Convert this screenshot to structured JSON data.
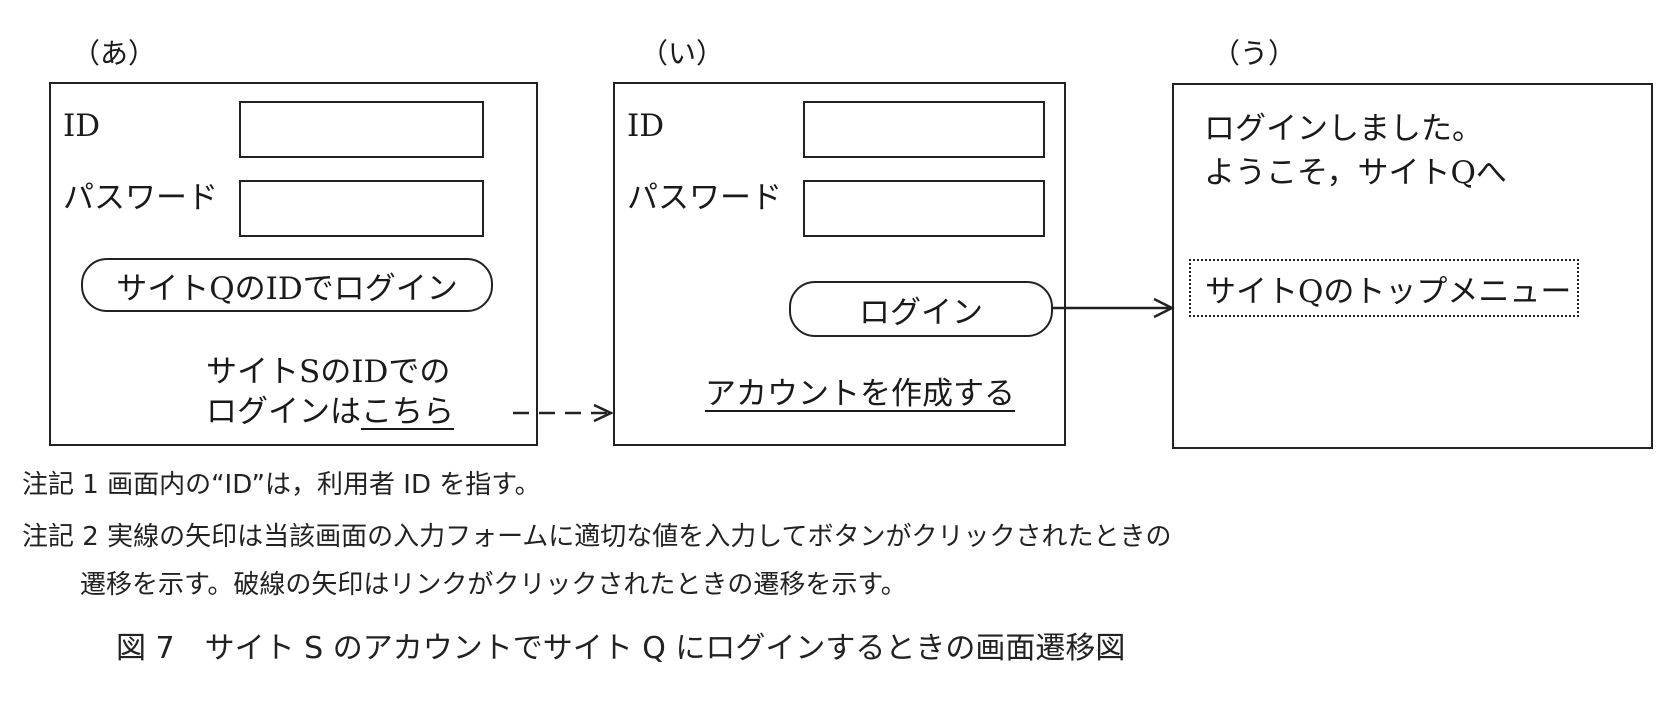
{
  "screens": {
    "a": {
      "label": "（あ）",
      "id_label": "ID",
      "password_label": "パスワード",
      "id_value": "",
      "password_value": "",
      "button_label": "サイトQのIDでログイン",
      "link_text_line1": "サイトSのIDでの",
      "link_text_line2_prefix": "ログインは",
      "link_text": "こちら"
    },
    "b": {
      "label": "（い）",
      "id_label": "ID",
      "password_label": "パスワード",
      "id_value": "",
      "password_value": "",
      "button_label": "ログイン",
      "create_account_link": "アカウントを作成する"
    },
    "c": {
      "label": "（う）",
      "message_line1": "ログインしました。",
      "message_line2": "ようこそ，サイトQへ",
      "top_menu": "サイトQのトップメニュー"
    }
  },
  "transitions": [
    {
      "from": "a",
      "to": "b",
      "trigger": "link",
      "style": "dashed"
    },
    {
      "from": "b",
      "to": "c",
      "trigger": "button",
      "style": "solid"
    }
  ],
  "notes": [
    {
      "prefix": "注記 1",
      "text": "画面内の“ID”は，利用者 ID を指す。"
    },
    {
      "prefix": "注記 2",
      "text": "実線の矢印は当該画面の入力フォームに適切な値を入力してボタンがクリックされたときの",
      "continuation": "遷移を示す。破線の矢印はリンクがクリックされたときの遷移を示す。"
    }
  ],
  "caption": "図 7　サイト S のアカウントでサイト Q にログインするときの画面遷移図"
}
